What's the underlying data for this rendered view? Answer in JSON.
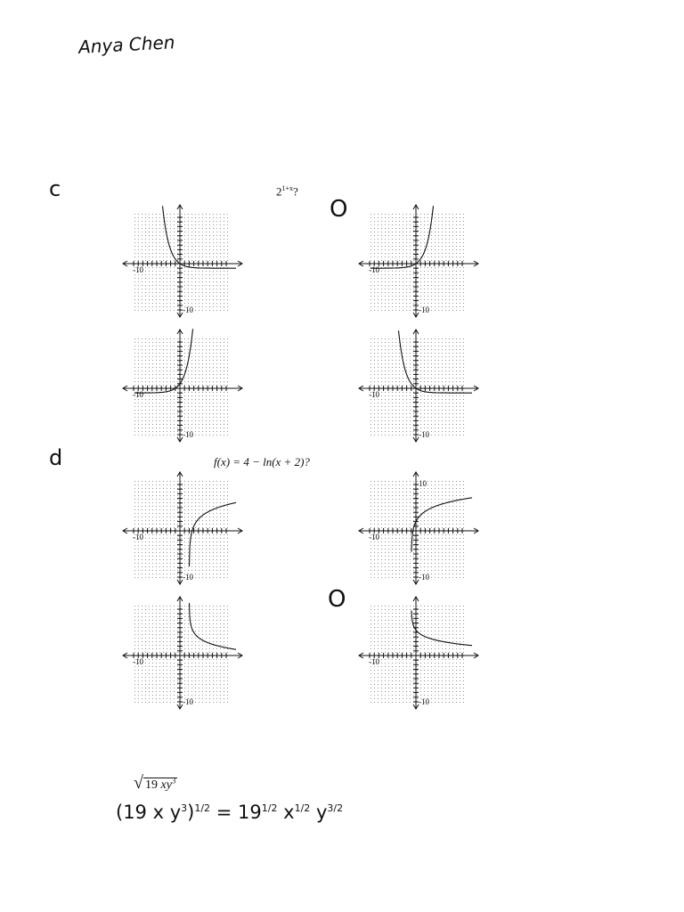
{
  "student_name": "Anya Chen",
  "questions": [
    {
      "letter": "c",
      "prompt": "2",
      "prompt_sup": "1+x",
      "prompt_tail": "?",
      "marked_option": 1,
      "options": [
        {
          "id": "c1",
          "curve": "exp-decay-reflected",
          "xtick": "-10",
          "ytick": "-10"
        },
        {
          "id": "c2",
          "curve": "exp-growth",
          "xtick": "-10",
          "ytick": "-10"
        },
        {
          "id": "c3",
          "curve": "exp-growth-steep",
          "xtick": "-10",
          "ytick": "-10"
        },
        {
          "id": "c4",
          "curve": "exp-decay",
          "xtick": "-10",
          "ytick": "-10"
        }
      ]
    },
    {
      "letter": "d",
      "prompt": "f(x) = 4 −  ln(x + 2)?",
      "marked_option": 3,
      "options": [
        {
          "id": "d1",
          "curve": "log-up-shift",
          "xtick": "-10",
          "ytick": "-10"
        },
        {
          "id": "d2",
          "curve": "log-up-left",
          "xtick": "-10",
          "ytick": "10",
          "ytick2": "-10"
        },
        {
          "id": "d3",
          "curve": "log-down-shift",
          "xtick": "-10",
          "ytick": "-10"
        },
        {
          "id": "d4",
          "curve": "log-down-left",
          "xtick": "-10",
          "ytick": "-10"
        }
      ]
    }
  ],
  "marks": {
    "circle_symbol": "O"
  },
  "radical_problem": {
    "radicand_text": "19",
    "radicand_vars": "xy",
    "exponent": "3"
  },
  "handwritten_work": {
    "lhs": "(19 x y",
    "lhs_exp": "3",
    "lhs_close": ")",
    "outer_exp": "1/2",
    "equals": "=",
    "rhs_base": "19",
    "rhs_exp1": "1/2",
    "rhs_x": "x",
    "rhs_exp2": "1/2",
    "rhs_y": "y",
    "rhs_exp3": "3/2"
  }
}
